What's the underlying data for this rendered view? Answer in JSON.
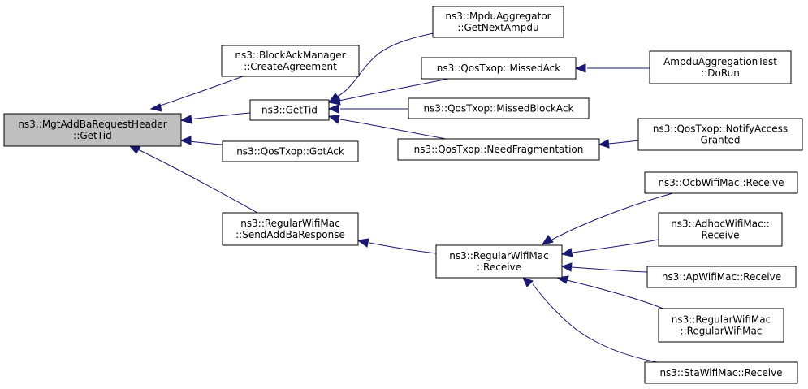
{
  "diagram": {
    "nodes": {
      "root": [
        "ns3::MgtAddBaRequestHeader",
        "::GetTid"
      ],
      "create_agreement": [
        "ns3::BlockAckManager",
        "::CreateAgreement"
      ],
      "get_tid": [
        "ns3::GetTid"
      ],
      "got_ack": [
        "ns3::QosTxop::GotAck"
      ],
      "send_addba_response": [
        "ns3::RegularWifiMac",
        "::SendAddBaResponse"
      ],
      "get_next_ampdu": [
        "ns3::MpduAggregator",
        "::GetNextAmpdu"
      ],
      "missed_ack": [
        "ns3::QosTxop::MissedAck"
      ],
      "missed_block_ack": [
        "ns3::QosTxop::MissedBlockAck"
      ],
      "need_fragmentation": [
        "ns3::QosTxop::NeedFragmentation"
      ],
      "rwm_receive": [
        "ns3::RegularWifiMac",
        "::Receive"
      ],
      "ampdu_test_dorun": [
        "AmpduAggregationTest",
        "::DoRun"
      ],
      "notify_access_granted": [
        "ns3::QosTxop::NotifyAccess",
        "Granted"
      ],
      "ocb_receive": [
        "ns3::OcbWifiMac::Receive"
      ],
      "adhoc_receive": [
        "ns3::AdhocWifiMac::",
        "Receive"
      ],
      "ap_receive": [
        "ns3::ApWifiMac::Receive"
      ],
      "rwm_ctor": [
        "ns3::RegularWifiMac",
        "::RegularWifiMac"
      ],
      "sta_receive": [
        "ns3::StaWifiMac::Receive"
      ]
    },
    "edges": [
      {
        "from": "create_agreement",
        "to": "root"
      },
      {
        "from": "get_tid",
        "to": "root"
      },
      {
        "from": "got_ack",
        "to": "root"
      },
      {
        "from": "send_addba_response",
        "to": "root"
      },
      {
        "from": "get_next_ampdu",
        "to": "get_tid"
      },
      {
        "from": "missed_ack",
        "to": "get_tid"
      },
      {
        "from": "missed_block_ack",
        "to": "get_tid"
      },
      {
        "from": "need_fragmentation",
        "to": "get_tid"
      },
      {
        "from": "ampdu_test_dorun",
        "to": "missed_ack"
      },
      {
        "from": "notify_access_granted",
        "to": "need_fragmentation"
      },
      {
        "from": "rwm_receive",
        "to": "send_addba_response"
      },
      {
        "from": "ocb_receive",
        "to": "rwm_receive"
      },
      {
        "from": "adhoc_receive",
        "to": "rwm_receive"
      },
      {
        "from": "ap_receive",
        "to": "rwm_receive"
      },
      {
        "from": "rwm_ctor",
        "to": "rwm_receive"
      },
      {
        "from": "sta_receive",
        "to": "rwm_receive"
      }
    ],
    "colors": {
      "edge": "#191970",
      "node_border": "#000000",
      "root_fill": "#bfbfbf",
      "node_fill": "#ffffff"
    }
  }
}
